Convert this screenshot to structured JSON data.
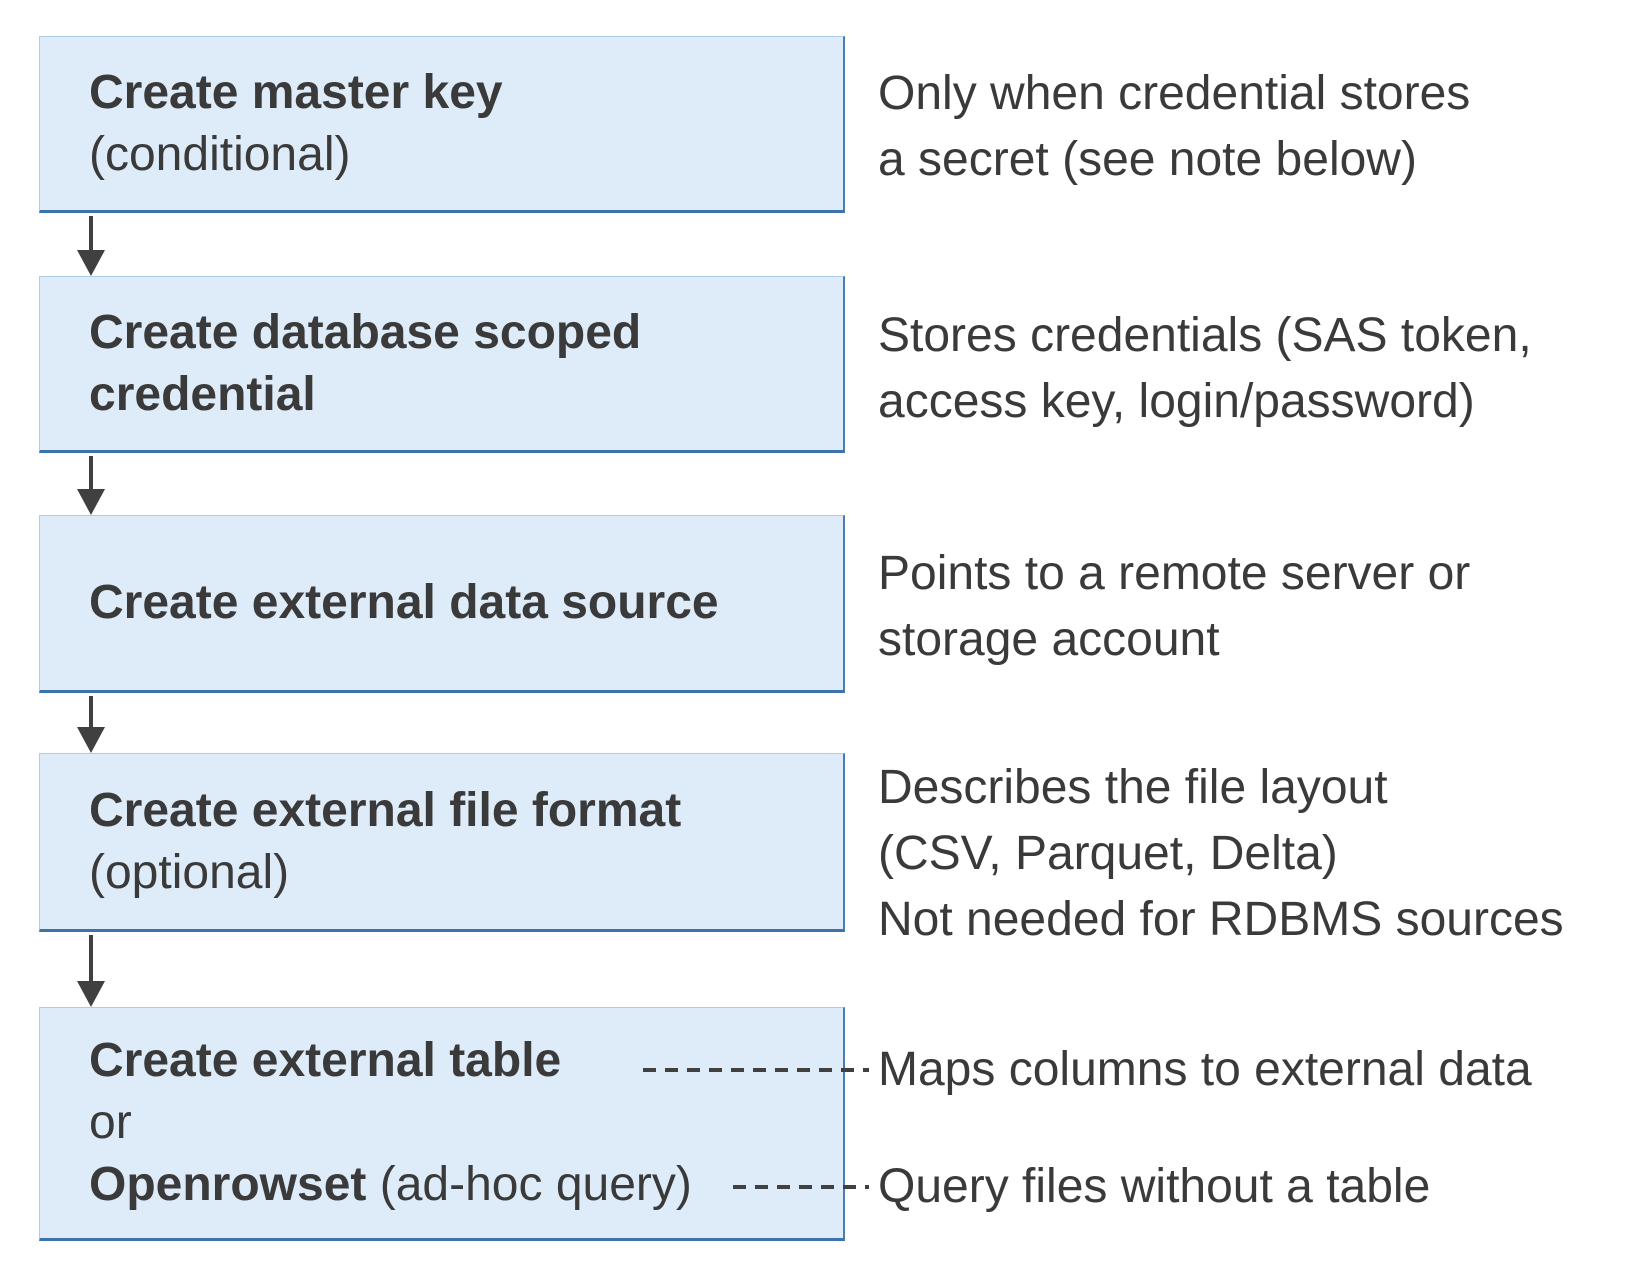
{
  "boxes": [
    {
      "lines": [
        {
          "text": "Create master key",
          "bold": true
        },
        {
          "text": "(conditional)",
          "bold": false
        }
      ]
    },
    {
      "lines": [
        {
          "text": "Create database scoped",
          "bold": true
        },
        {
          "text": "credential",
          "bold": true
        }
      ]
    },
    {
      "lines": [
        {
          "text": "Create external data source",
          "bold": true
        }
      ]
    },
    {
      "lines": [
        {
          "text": "Create external file format",
          "bold": true
        },
        {
          "text": "(optional)",
          "bold": false
        }
      ]
    },
    {
      "lines": [
        {
          "text": "Create external table",
          "bold": true
        },
        {
          "text": "or",
          "bold": false
        },
        {
          "text": "Openrowset",
          "bold": true,
          "suffix": " (ad-hoc query)"
        }
      ]
    }
  ],
  "notes": [
    {
      "lines": [
        "Only when credential stores",
        "a secret (see note below)"
      ]
    },
    {
      "lines": [
        "Stores credentials (SAS token,",
        "access key, login/password)"
      ]
    },
    {
      "lines": [
        "Points to a remote server or",
        "storage account"
      ]
    },
    {
      "lines": [
        "Describes the file layout",
        "(CSV, Parquet, Delta)",
        "Not needed for RDBMS sources"
      ]
    },
    {
      "lines": [
        "Maps columns to external data"
      ]
    },
    {
      "lines": [
        "Query files without a table"
      ]
    }
  ],
  "colors": {
    "box_fill": "#deebf8",
    "box_border_dark": "#3c73a8",
    "box_border_light": "#aecbe8",
    "text": "#3a3a3a",
    "arrow": "#404040"
  }
}
